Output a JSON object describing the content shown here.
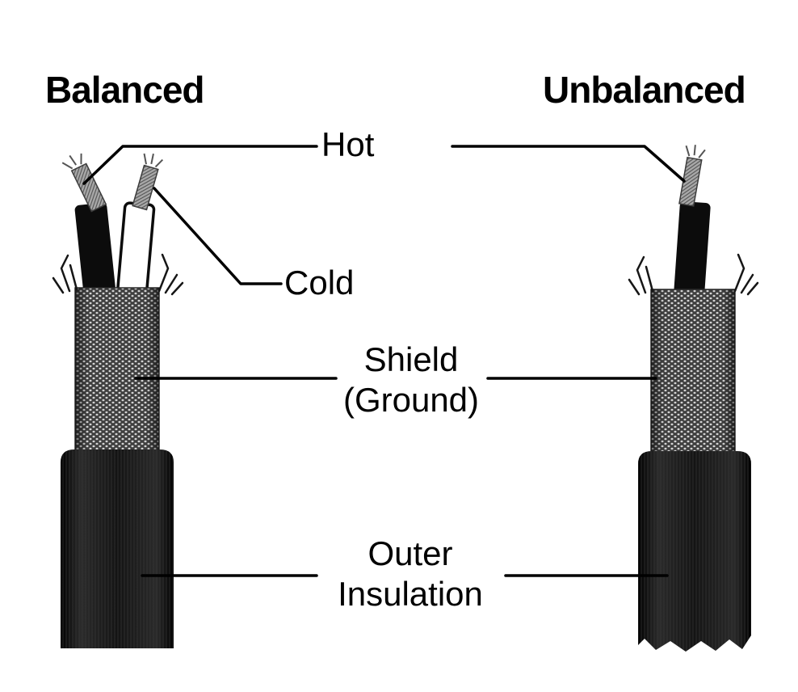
{
  "diagram": {
    "balanced_title": "Balanced",
    "unbalanced_title": "Unbalanced",
    "labels": {
      "hot": "Hot",
      "cold": "Cold",
      "shield": [
        "Shield",
        "(Ground)"
      ],
      "outer": [
        "Outer",
        "Insulation"
      ]
    },
    "colors": {
      "background": "#ffffff",
      "text": "#000000",
      "leader_line": "#000000",
      "cable_jacket": "#1a1a1a",
      "shield_braid_light": "#d9d9d9",
      "shield_braid_dark": "#3f3f3f",
      "bare_wire_copper": "#a8a8a8",
      "white_wire": "#ffffff"
    }
  }
}
